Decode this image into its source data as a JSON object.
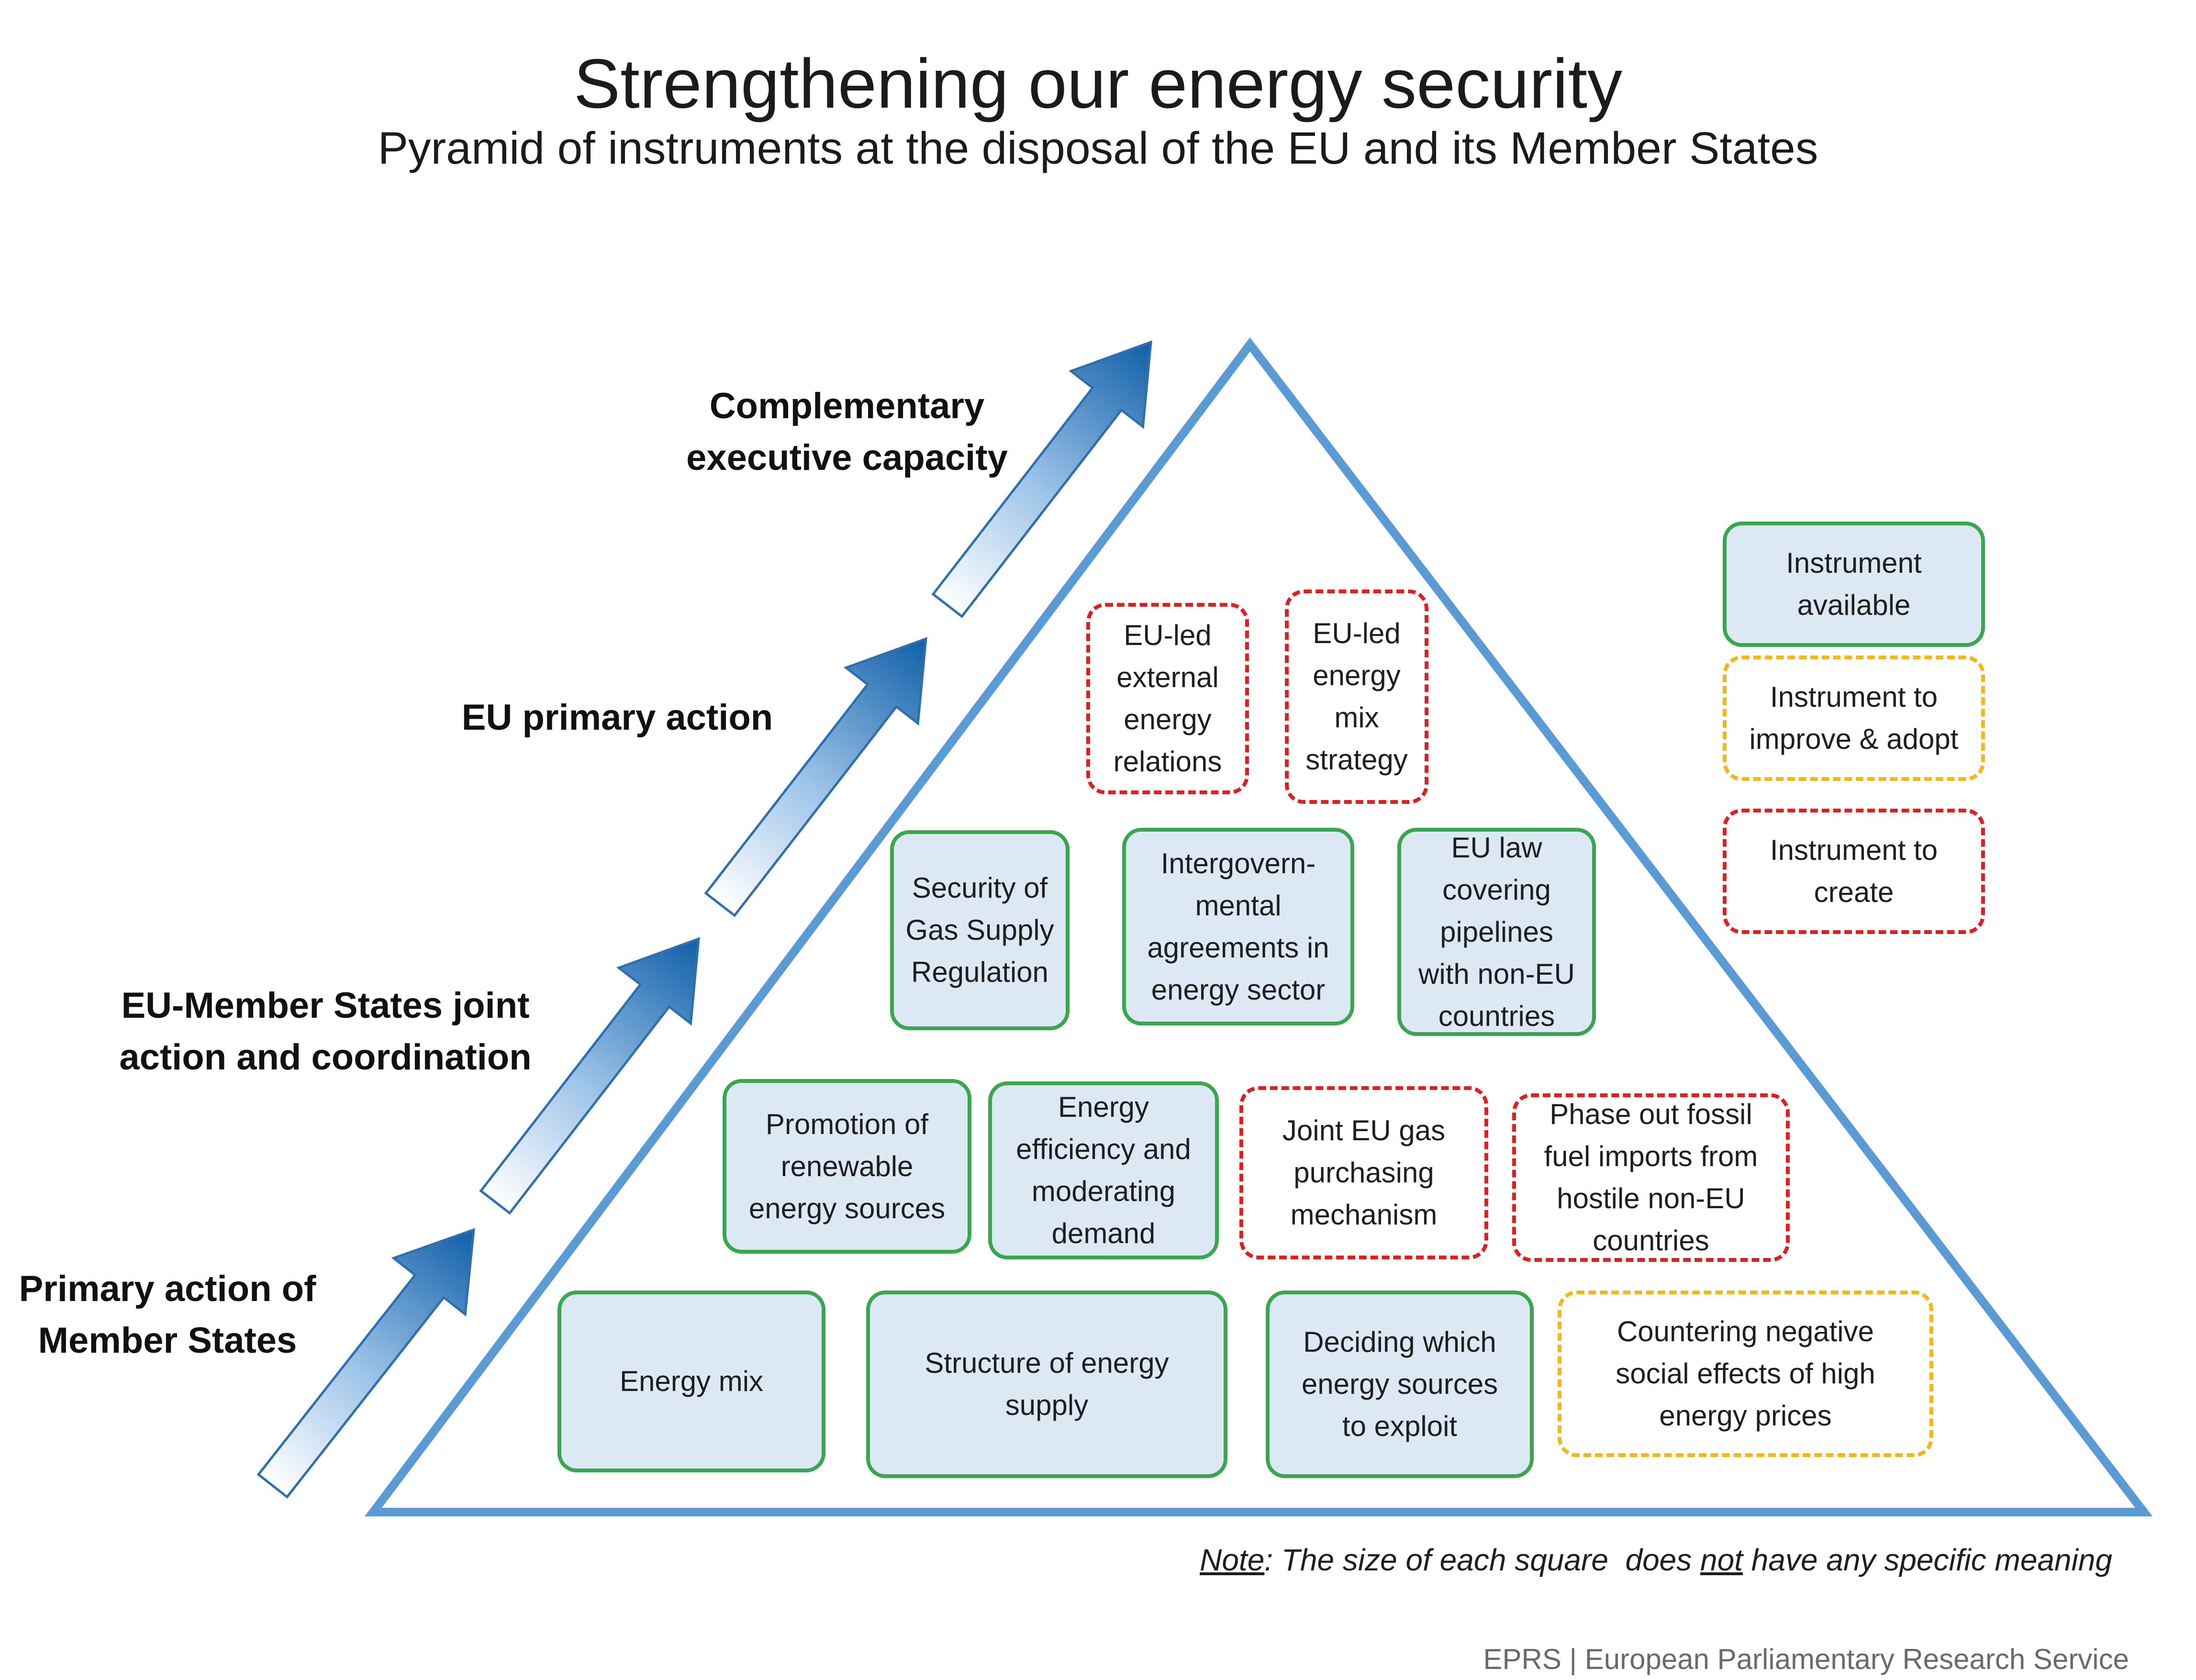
{
  "title": "Strengthening our energy security",
  "subtitle": "Pyramid of instruments at the disposal of the EU and its Member States",
  "levels": {
    "primary": "Primary action of\nMember States",
    "joint": "EU-Member States joint\naction and coordination",
    "eu": "EU primary action",
    "complementary": "Complementary\nexecutive capacity"
  },
  "instruments": {
    "external_relations": "EU-led\nexternal\nenergy\nrelations",
    "mix_strategy": "EU-led\nenergy\nmix\nstrategy",
    "gas_supply": "Security of\nGas Supply\nRegulation",
    "intergov": "Intergovern-\nmental\nagreements in\nenergy sector",
    "eu_law": "EU law\ncovering\npipelines\nwith non-EU\ncountries",
    "renewables": "Promotion of\nrenewable\nenergy sources",
    "efficiency": "Energy\nefficiency and\nmoderating\ndemand",
    "joint_purchasing": "Joint EU gas\npurchasing\nmechanism",
    "phase_out": "Phase out fossil\nfuel imports from\nhostile non-EU\ncountries",
    "energy_mix": "Energy mix",
    "structure": "Structure of energy\nsupply",
    "deciding": "Deciding which\nenergy sources\nto exploit",
    "countering": "Countering negative\nsocial effects of high\nenergy prices"
  },
  "legend": {
    "available": "Instrument\navailable",
    "improve": "Instrument to\nimprove & adopt",
    "create": "Instrument to\ncreate"
  },
  "note": {
    "lead": "Note",
    "text_1": ": The size of each square  does ",
    "emph": "not",
    "text_2": " have any specific meaning"
  },
  "source": "EPRS | European Parliamentary Research Service",
  "colors": {
    "triangle": "#5b9bd5",
    "available_border": "#3aa64f",
    "available_fill": "#dce9f5",
    "improve_border": "#f5b617",
    "create_border": "#e02020",
    "arrow_dark": "#0f5fa8",
    "arrow_light": "#ffffff"
  }
}
